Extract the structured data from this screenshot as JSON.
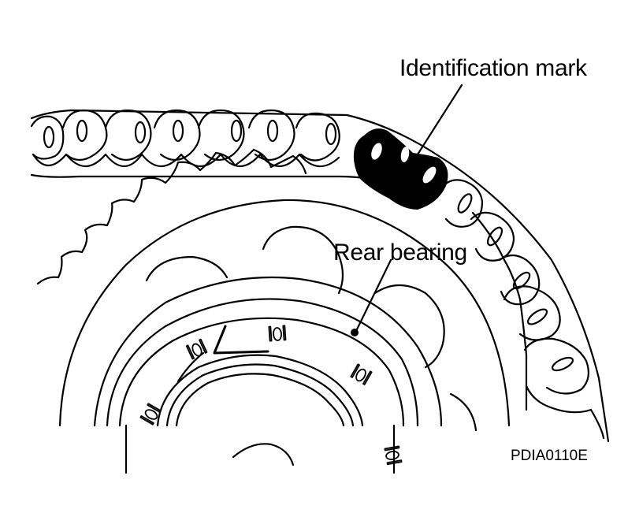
{
  "labels": {
    "identification_mark": "Identification mark",
    "rear_bearing": "Rear bearing",
    "figure_code": "PDIA0110E"
  },
  "colors": {
    "ink": "#000000",
    "paper": "#ffffff"
  },
  "mark_glyph": "IOI"
}
